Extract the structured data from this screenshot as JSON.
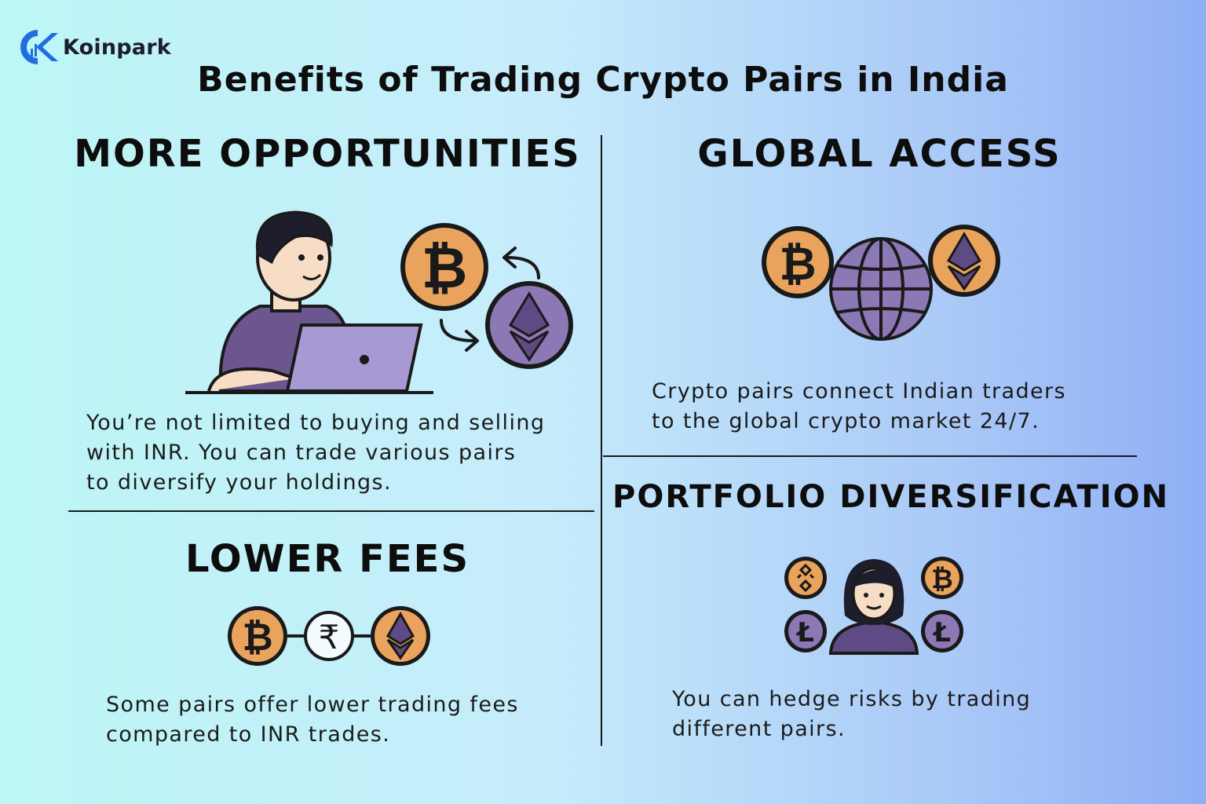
{
  "brand": {
    "name": "Koinpark",
    "accent": "#1f6fe0"
  },
  "title": "Benefits of Trading Crypto Pairs in India",
  "sections": [
    {
      "title": "MORE OPPORTUNITIES",
      "lines": [
        "You’re not limited to buying and selling",
        "with INR. You can trade various pairs",
        "to diversify your holdings."
      ],
      "icons": [
        "person-laptop-icon",
        "bitcoin-icon",
        "swap-arrows-icon",
        "ethereum-icon"
      ]
    },
    {
      "title": "GLOBAL ACCESS",
      "lines": [
        "Crypto pairs connect Indian traders",
        "to the global crypto market 24/7."
      ],
      "icons": [
        "bitcoin-icon",
        "globe-icon",
        "ethereum-icon"
      ]
    },
    {
      "title": "LOWER FEES",
      "lines": [
        "Some pairs offer lower trading fees",
        "compared to INR trades."
      ],
      "icons": [
        "bitcoin-icon",
        "rupee-icon",
        "ethereum-icon"
      ]
    },
    {
      "title": "PORTFOLIO DIVERSIFICATION",
      "lines": [
        "You can hedge risks by trading",
        "different pairs."
      ],
      "icons": [
        "binance-icon",
        "bitcoin-icon",
        "litecoin-icon",
        "woman-avatar-icon"
      ]
    }
  ],
  "glyphs": {
    "bitcoin": "₿",
    "rupee": "₹",
    "litecoin": "Ł"
  },
  "colors": {
    "coin_orange": "#e9a35c",
    "purple": "#8c78b5",
    "dark_purple": "#5e4a84",
    "outline": "#1a1a1a"
  }
}
